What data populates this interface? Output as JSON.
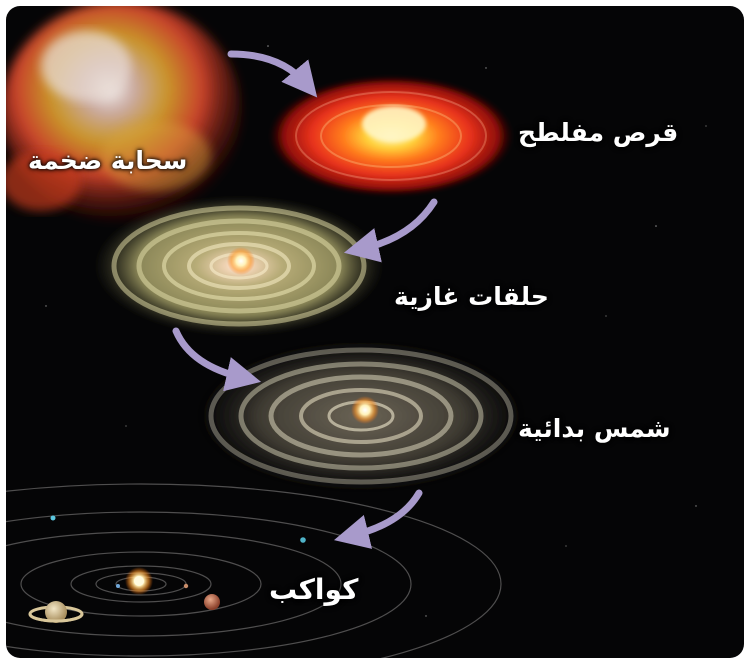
{
  "stages": [
    {
      "id": "cloud",
      "label": "سحابة ضخمة"
    },
    {
      "id": "disk",
      "label": "قرص مفلطح"
    },
    {
      "id": "rings",
      "label": "حلقات غازية"
    },
    {
      "id": "sun",
      "label": "شمس بدائية"
    },
    {
      "id": "planets",
      "label": "كواكب"
    }
  ],
  "colors": {
    "background": "#050506",
    "arrow": "#a89acb",
    "cloud": "#c8412a",
    "disk": "#e8321c",
    "rings": "#d8d3a0",
    "sun": "#fff4c0"
  },
  "icons": [
    "nebula-cloud",
    "hot-disk",
    "gas-rings",
    "protosun",
    "solar-system"
  ]
}
